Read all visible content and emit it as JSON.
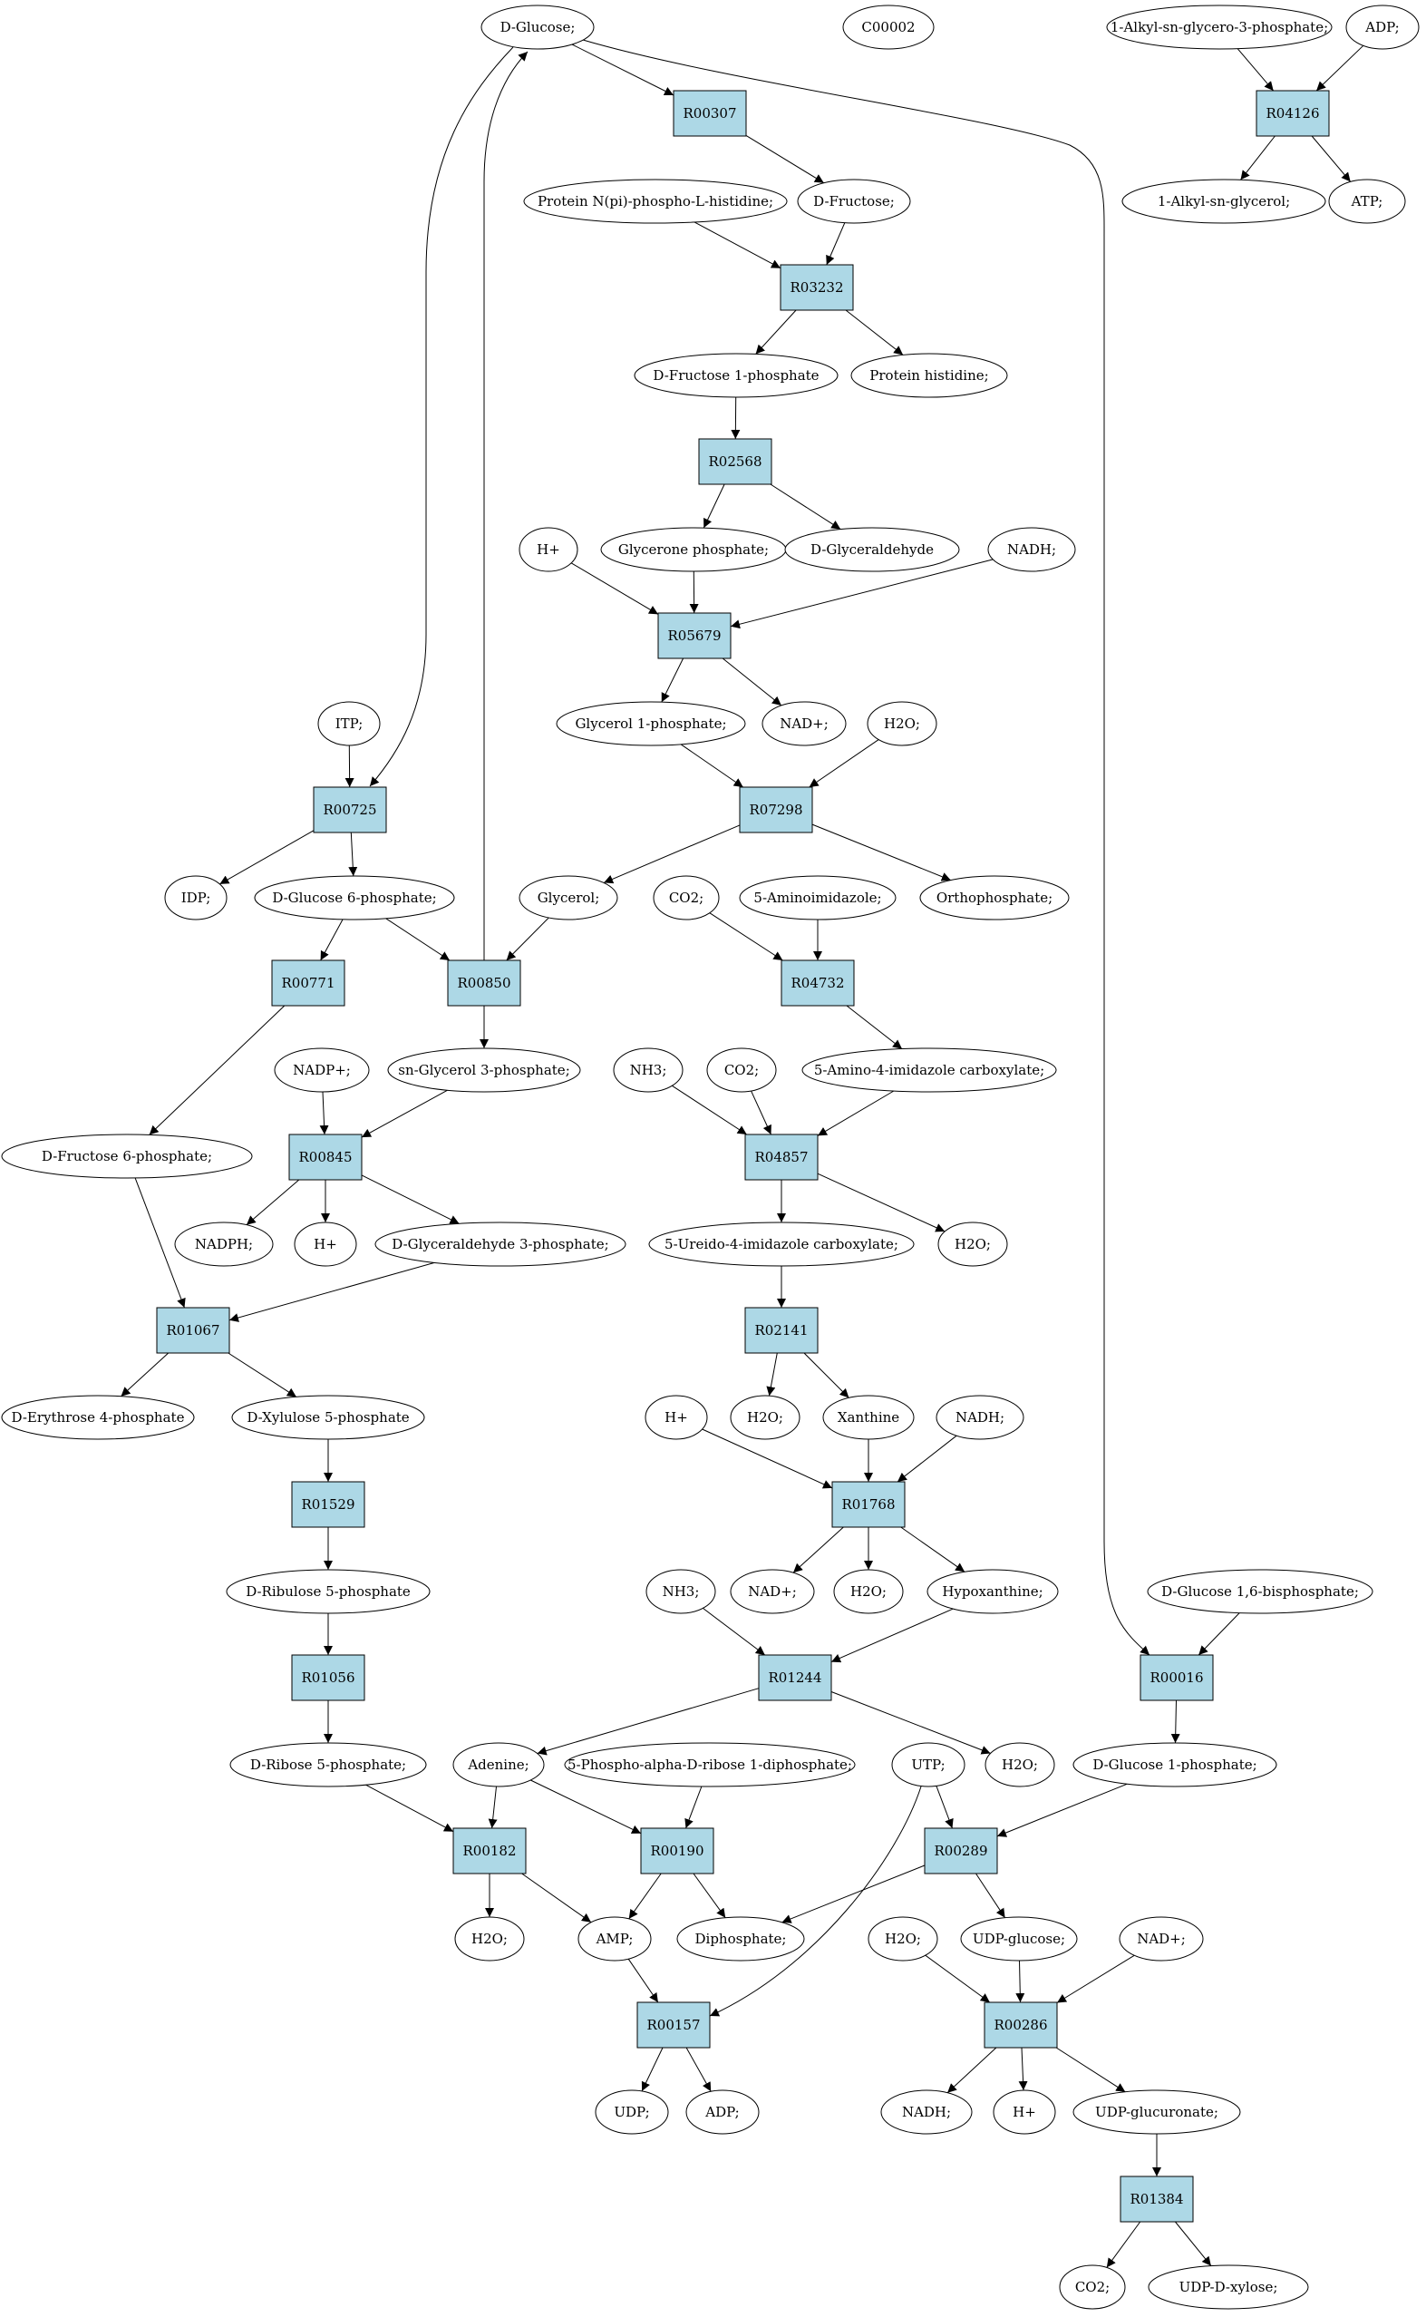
{
  "colors": {
    "compound_fill": "#ffffff",
    "start_fill": "#00dd00",
    "marker_fill": "#ffff00",
    "reaction_fill": "#add8e6",
    "stroke": "#000000"
  },
  "compounds": {
    "dglucose": "D-Glucose;",
    "c00002": "C00002",
    "alkylg3p": "1-Alkyl-sn-glycero-3-phosphate;",
    "adp_top": "ADP;",
    "alkylg": "1-Alkyl-sn-glycerol;",
    "atp_top": "ATP;",
    "protnpi": "Protein N(pi)-phospho-L-histidine;",
    "dfructose": "D-Fructose;",
    "df1p": "D-Fructose 1-phosphate",
    "prothis": "Protein histidine;",
    "hplus1": "H+",
    "gcp": "Glycerone phosphate;",
    "dglyald": "D-Glyceraldehyde",
    "nadh1": "NADH;",
    "g1p": "Glycerol 1-phosphate;",
    "nadp1": "NAD+;",
    "h2o1": "H2O;",
    "itp": "ITP;",
    "idp": "IDP;",
    "dg6p": "D-Glucose 6-phosphate;",
    "glycerol": "Glycerol;",
    "co2a": "CO2;",
    "aminoimid": "5-Aminoimidazole;",
    "orthop": "Orthophosphate;",
    "nadpplus": "NADP+;",
    "sng3p": "sn-Glycerol 3-phosphate;",
    "nh3a": "NH3;",
    "co2b": "CO2;",
    "amicarb": "5-Amino-4-imidazole carboxylate;",
    "df6p": "D-Fructose 6-phosphate;",
    "nadph": "NADPH;",
    "hplus2": "H+",
    "dga3p": "D-Glyceraldehyde 3-phosphate;",
    "ureido": "5-Ureido-4-imidazole carboxylate;",
    "h2o2": "H2O;",
    "de4p": "D-Erythrose 4-phosphate",
    "dx5p": "D-Xylulose 5-phosphate",
    "hplus3": "H+",
    "h2o3": "H2O;",
    "xanthine": "Xanthine",
    "nadh2": "NADH;",
    "dr5p": "D-Ribulose 5-phosphate",
    "nh3b": "NH3;",
    "nadp2": "NAD+;",
    "h2o4": "H2O;",
    "hypox": "Hypoxanthine;",
    "dg16bp": "D-Glucose 1,6-bisphosphate;",
    "drib5p": "D-Ribose 5-phosphate;",
    "adenine": "Adenine;",
    "prpp": "5-Phospho-alpha-D-ribose 1-diphosphate;",
    "utp": "UTP;",
    "h2o5": "H2O;",
    "dg1p": "D-Glucose 1-phosphate;",
    "h2o6": "H2O;",
    "amp": "AMP;",
    "diphos": "Diphosphate;",
    "h2o7": "H2O;",
    "udpglc": "UDP-glucose;",
    "nadp3": "NAD+;",
    "udp": "UDP;",
    "adp2": "ADP;",
    "nadh3": "NADH;",
    "hplus4": "H+",
    "udpglcu": "UDP-glucuronate;",
    "co2c": "CO2;",
    "udpxyl": "UDP-D-xylose;"
  },
  "reactions": {
    "R00307": "R00307",
    "R04126": "R04126",
    "R03232": "R03232",
    "R02568": "R02568",
    "R05679": "R05679",
    "R07298": "R07298",
    "R00725": "R00725",
    "R00771": "R00771",
    "R00850": "R00850",
    "R04732": "R04732",
    "R00845": "R00845",
    "R04857": "R04857",
    "R01067": "R01067",
    "R02141": "R02141",
    "R01529": "R01529",
    "R01768": "R01768",
    "R01056": "R01056",
    "R01244": "R01244",
    "R00016": "R00016",
    "R00182": "R00182",
    "R00190": "R00190",
    "R00289": "R00289",
    "R00157": "R00157",
    "R00286": "R00286",
    "R01384": "R01384"
  }
}
